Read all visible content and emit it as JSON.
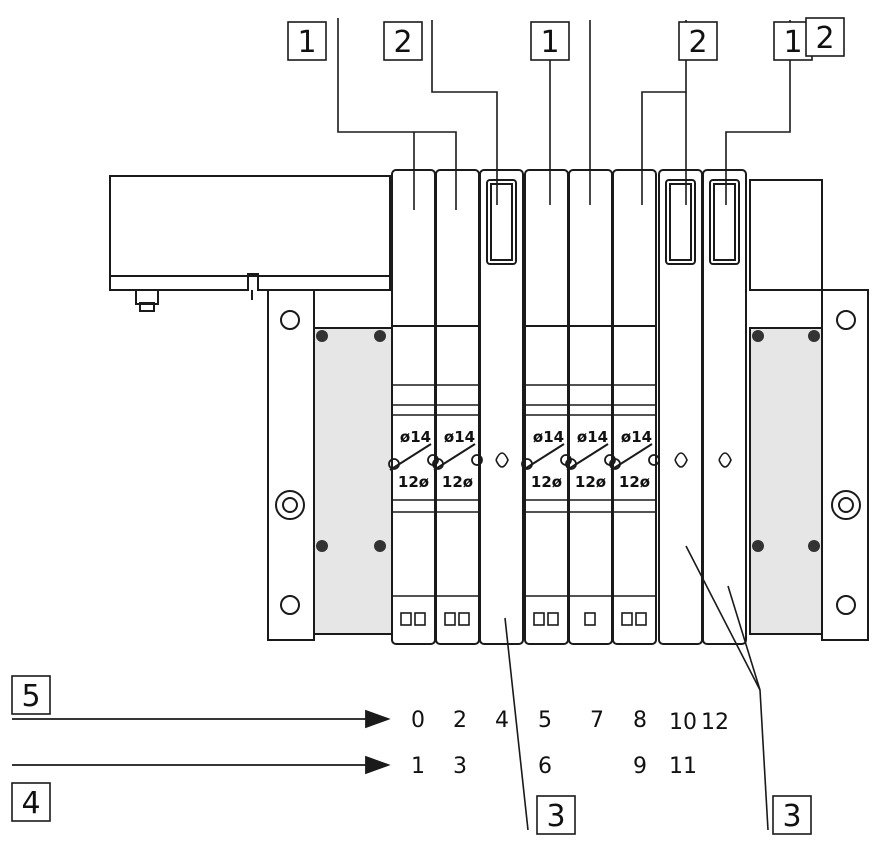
{
  "callouts": {
    "top": [
      "1",
      "2",
      "1",
      "2",
      "1",
      "2"
    ],
    "bottom_left": [
      "5",
      "4"
    ],
    "bottom_right": [
      "3",
      "3"
    ]
  },
  "address_row_1": [
    "0",
    "2",
    "4",
    "5",
    "7",
    "8",
    "10",
    "12"
  ],
  "address_row_2": [
    "1",
    "3",
    "6",
    "9",
    "11"
  ],
  "valve_port_labels": {
    "upper": "14",
    "lower": "12"
  },
  "colors": {
    "line": "#1a1a1a",
    "panel_fill": "#e6e6e6",
    "background": "#ffffff"
  }
}
